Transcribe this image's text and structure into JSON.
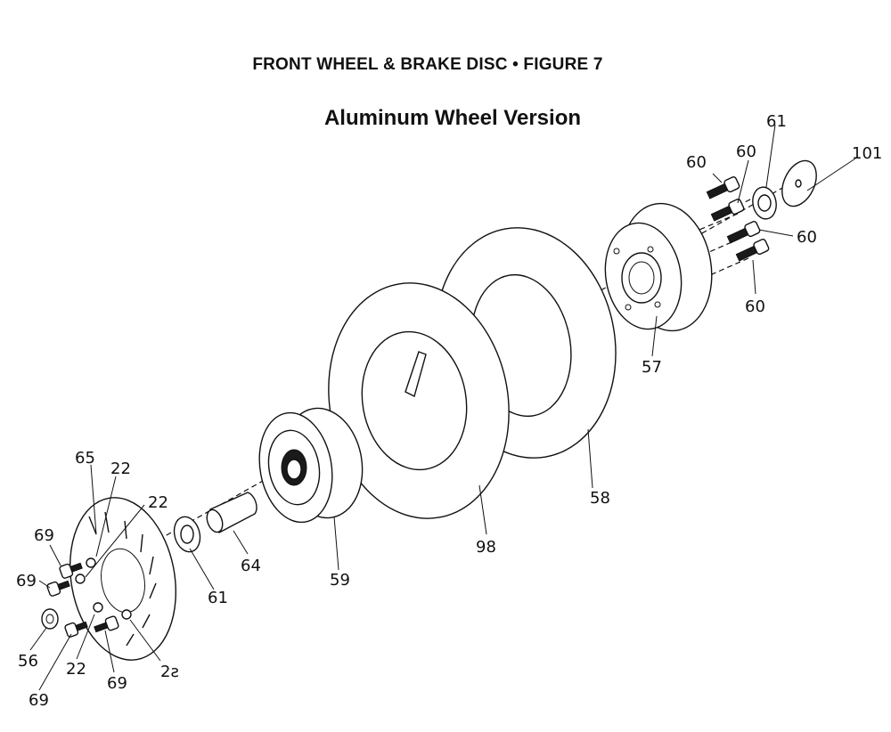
{
  "figure": {
    "title": "FRONT WHEEL & BRAKE DISC  •  FIGURE 7",
    "subtitle": "Aluminum Wheel Version"
  },
  "parts": [
    {
      "id": "bolt-60-a",
      "label": "60"
    },
    {
      "id": "bolt-60-b",
      "label": "60"
    },
    {
      "id": "bolt-60-c",
      "label": "60"
    },
    {
      "id": "bolt-60-d",
      "label": "60"
    },
    {
      "id": "bearing-61-top",
      "label": "61"
    },
    {
      "id": "washer-101",
      "label": "101"
    },
    {
      "id": "hub-57",
      "label": "57"
    },
    {
      "id": "tire-58",
      "label": "58"
    },
    {
      "id": "tire-98",
      "label": "98"
    },
    {
      "id": "hub-59",
      "label": "59"
    },
    {
      "id": "spacer-64",
      "label": "64"
    },
    {
      "id": "bearing-61-bottom",
      "label": "61"
    },
    {
      "id": "disc-65",
      "label": "65"
    },
    {
      "id": "washer-22-a",
      "label": "22"
    },
    {
      "id": "washer-22-b",
      "label": "22"
    },
    {
      "id": "washer-22-c",
      "label": "22"
    },
    {
      "id": "washer-22-d",
      "label": "2ƨ"
    },
    {
      "id": "screw-69-a",
      "label": "69"
    },
    {
      "id": "screw-69-b",
      "label": "69"
    },
    {
      "id": "screw-69-c",
      "label": "69"
    },
    {
      "id": "screw-69-d",
      "label": "69"
    },
    {
      "id": "nut-56",
      "label": "56"
    }
  ]
}
